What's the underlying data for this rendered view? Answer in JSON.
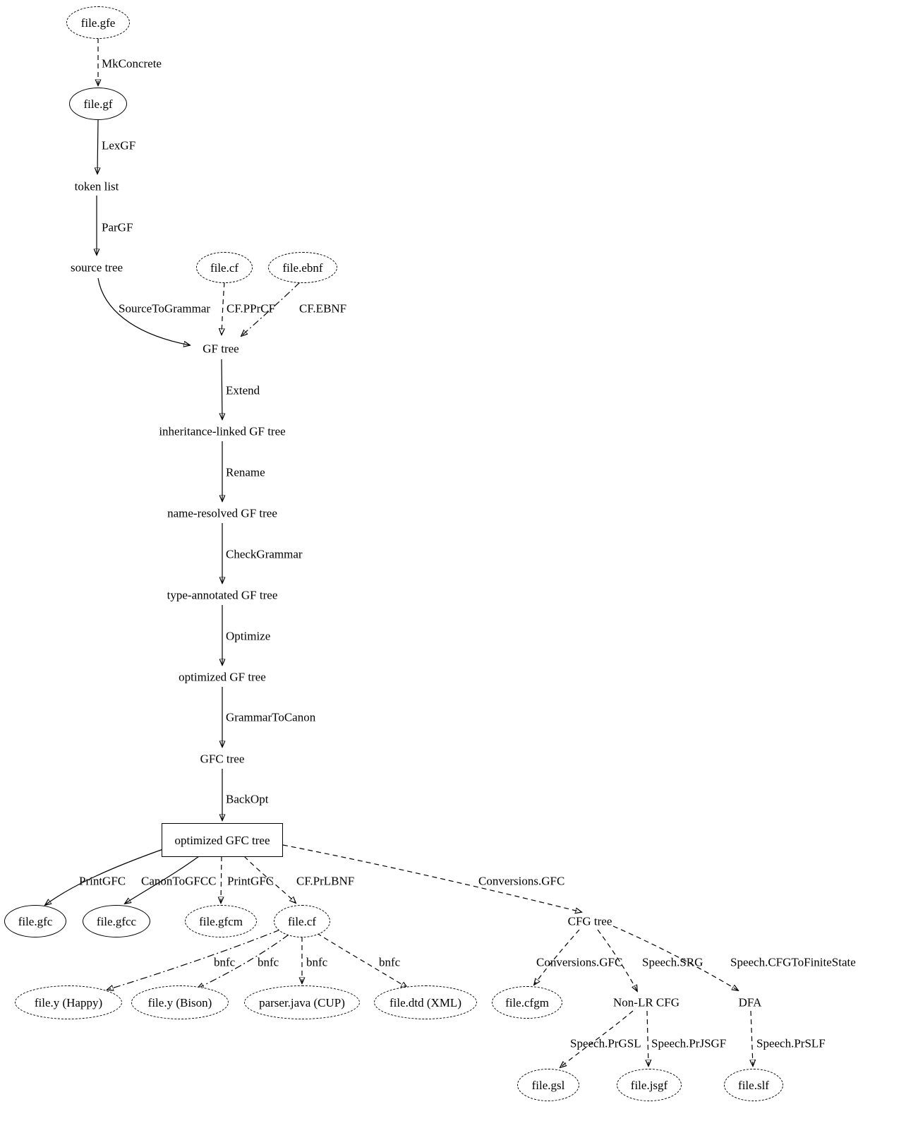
{
  "nodes": {
    "file_gfe": "file.gfe",
    "file_gf": "file.gf",
    "token_list": "token list",
    "source_tree": "source tree",
    "file_cf_in": "file.cf",
    "file_ebnf": "file.ebnf",
    "gf_tree": "GF tree",
    "inheritance_linked": "inheritance-linked GF tree",
    "name_resolved": "name-resolved GF tree",
    "type_annotated": "type-annotated GF tree",
    "optimized_gf": "optimized GF tree",
    "gfc_tree": "GFC tree",
    "optimized_gfc": "optimized GFC tree",
    "file_gfc": "file.gfc",
    "file_gfcc": "file.gfcc",
    "file_gfcm": "file.gfcm",
    "file_cf_out": "file.cf",
    "cfg_tree": "CFG tree",
    "file_y_happy": "file.y (Happy)",
    "file_y_bison": "file.y (Bison)",
    "parser_java": "parser.java (CUP)",
    "file_dtd": "file.dtd (XML)",
    "file_cfgm": "file.cfgm",
    "non_lr_cfg": "Non-LR CFG",
    "dfa": "DFA",
    "file_gsl": "file.gsl",
    "file_jsgf": "file.jsgf",
    "file_slf": "file.slf"
  },
  "edge_labels": {
    "mkconcrete": "MkConcrete",
    "lexgf": "LexGF",
    "pargf": "ParGF",
    "sourcetogrammar": "SourceToGrammar",
    "cf_pprcf": "CF.PPrCF",
    "cf_ebnf": "CF.EBNF",
    "extend": "Extend",
    "rename": "Rename",
    "checkgrammar": "CheckGrammar",
    "optimize": "Optimize",
    "grammartocanon": "GrammarToCanon",
    "backopt": "BackOpt",
    "printgfc_1": "PrintGFC",
    "canontogfcc": "CanonToGFCC",
    "printgfc_2": "PrintGFC",
    "cf_prlbnf": "CF.PrLBNF",
    "conversions_gfc_1": "Conversions.GFC",
    "bnfc_1": "bnfc",
    "bnfc_2": "bnfc",
    "bnfc_3": "bnfc",
    "bnfc_4": "bnfc",
    "conversions_gfc_2": "Conversions.GFC",
    "speech_srg": "Speech.SRG",
    "speech_cfgtofinitestate": "Speech.CFGToFiniteState",
    "speech_prgsl": "Speech.PrGSL",
    "speech_prjsgf": "Speech.PrJSGF",
    "speech_prslf": "Speech.PrSLF"
  },
  "colors": {
    "stroke": "#000000",
    "background": "#ffffff"
  }
}
